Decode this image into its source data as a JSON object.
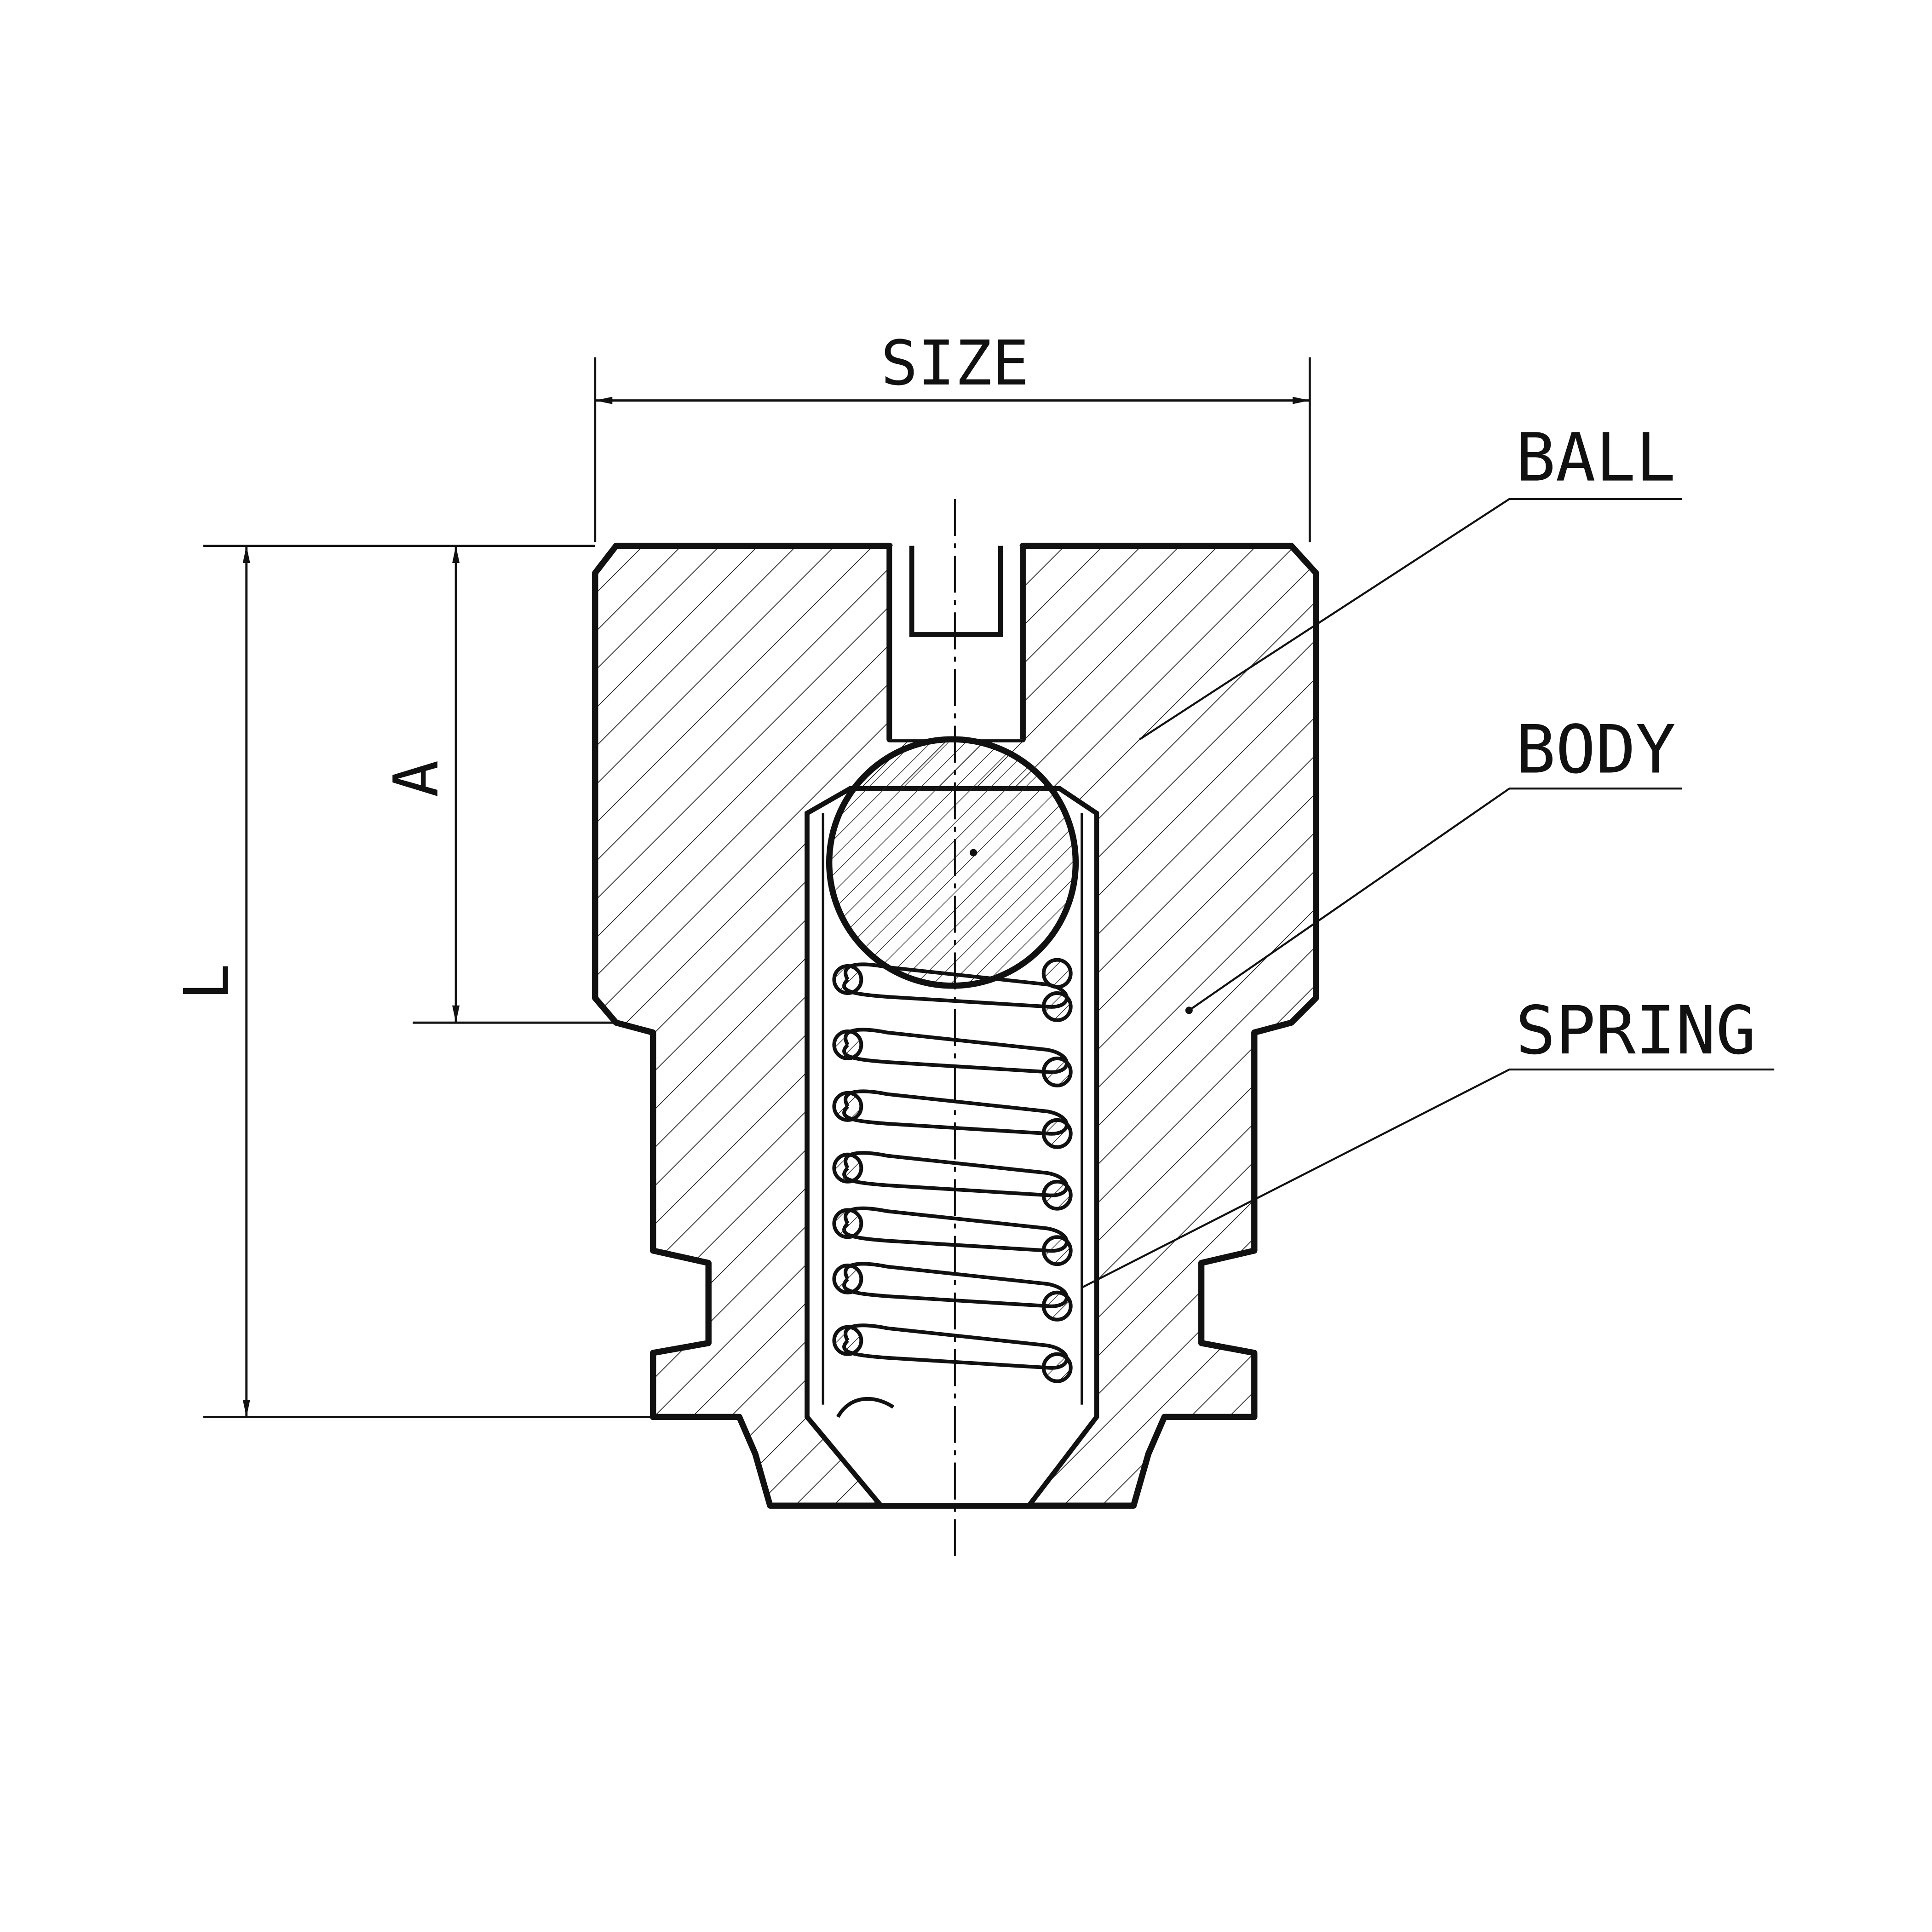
{
  "dimensions": {
    "size": "SIZE",
    "length": "L",
    "a": "A"
  },
  "parts": {
    "ball": "BALL",
    "body": "BODY",
    "spring": "SPRING"
  },
  "colors": {
    "line": "#111111",
    "background": "#ffffff"
  }
}
